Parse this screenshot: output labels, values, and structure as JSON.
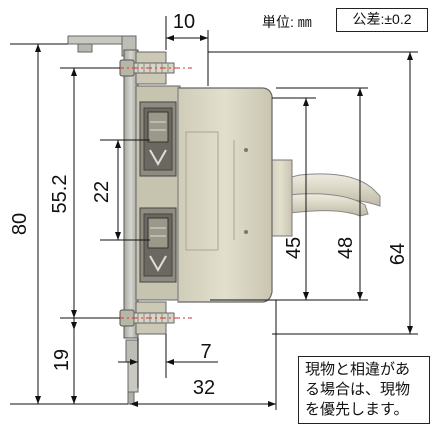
{
  "header": {
    "unit_label": "単位: ㎜",
    "tolerance_label": "公差:±0.2"
  },
  "dimensions": {
    "d10": "10",
    "d80": "80",
    "d55_2": "55.2",
    "d22": "22",
    "d19": "19",
    "d45": "45",
    "d48": "48",
    "d64": "64",
    "d7": "7",
    "d32": "32"
  },
  "note": {
    "text": "現物と相違があ\nる場合は、現物\nを優先します。"
  },
  "colors": {
    "line": "#111111",
    "centerline": "#d83030",
    "bracket": "#b8b8b0",
    "body": "#d9d6c4",
    "cable": "#e4e0d0"
  }
}
